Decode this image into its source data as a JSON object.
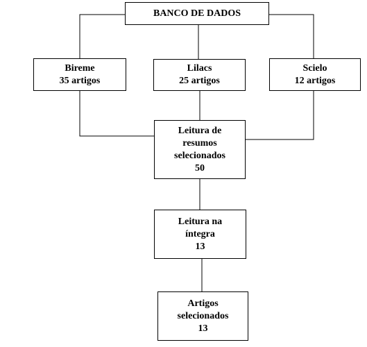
{
  "diagram": {
    "root": {
      "label": "BANCO DE DADOS"
    },
    "sources": [
      {
        "name": "Bireme",
        "count": "35 artigos"
      },
      {
        "name": "Lilacs",
        "count": "25 artigos"
      },
      {
        "name": "Scielo",
        "count": "12 artigos"
      }
    ],
    "steps": [
      {
        "lines": [
          "Leitura de",
          "resumos",
          "selecionados",
          "50"
        ]
      },
      {
        "lines": [
          "Leitura na",
          "íntegra",
          "13"
        ]
      },
      {
        "lines": [
          "Artigos",
          "selecionados",
          "13"
        ]
      }
    ]
  }
}
